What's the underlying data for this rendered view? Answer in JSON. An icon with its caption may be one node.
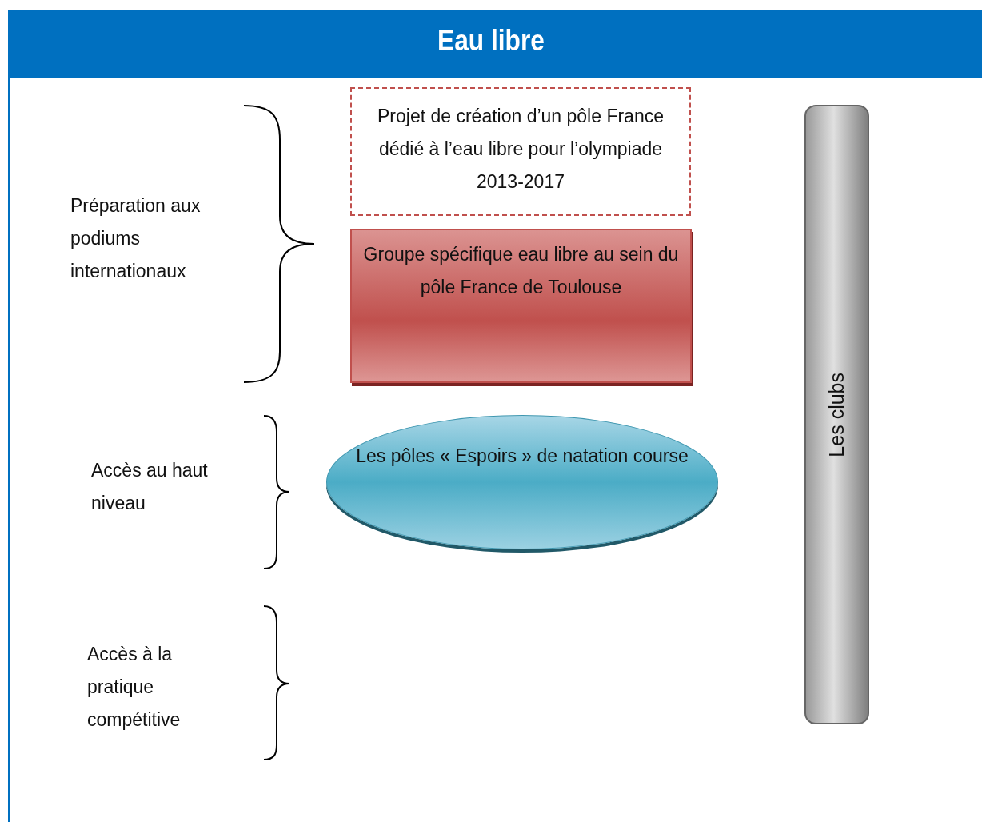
{
  "diagram": {
    "title": "Eau libre",
    "nodes": [
      {
        "text": [
          "Projet de création d’un pôle France dédié à l’eau libre pour l’olympiade 2013-2017"
        ]
      },
      {
        "text": [
          "Groupe spécifique eau libre au sein du pôle France de Toulouse"
        ]
      },
      {
        "text": [
          "Les pôles « Espoirs » de natation course"
        ]
      },
      {
        "text": [
          "Les clubs"
        ]
      }
    ],
    "edges": [],
    "labels": [
      "Préparation aux podiums internationaux",
      "Accès au haut niveau",
      "Accès à la pratique compétitive"
    ]
  }
}
